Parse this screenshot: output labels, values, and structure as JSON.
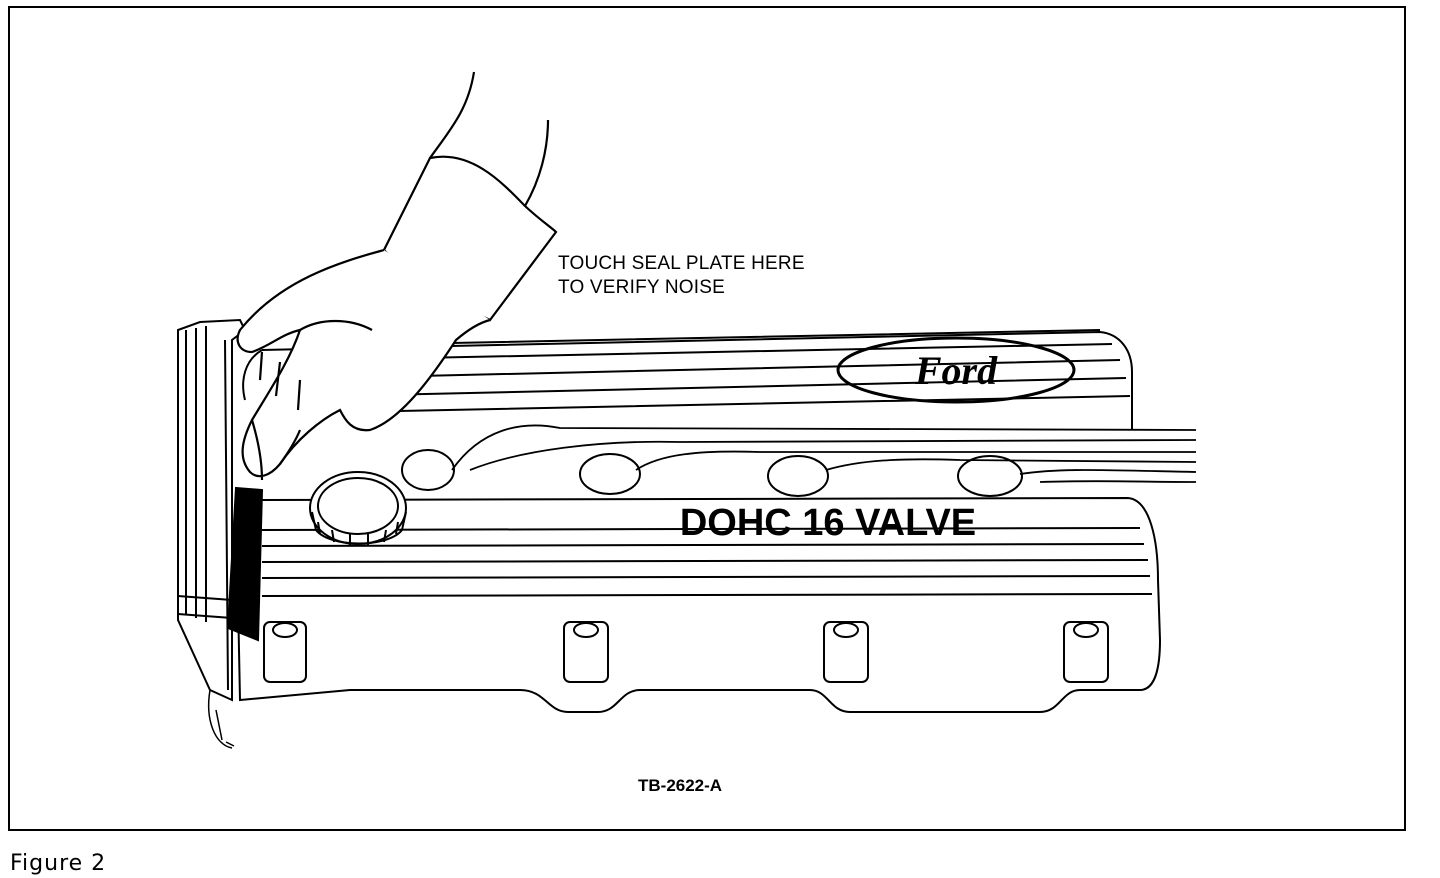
{
  "callout": {
    "line1": "TOUCH SEAL PLATE HERE",
    "line2": "TO VERIFY NOISE"
  },
  "cover": {
    "logo_text": "Ford",
    "label": "DOHC 16 VALVE"
  },
  "figure_code": "TB-2622-A",
  "caption": "Figure 2"
}
